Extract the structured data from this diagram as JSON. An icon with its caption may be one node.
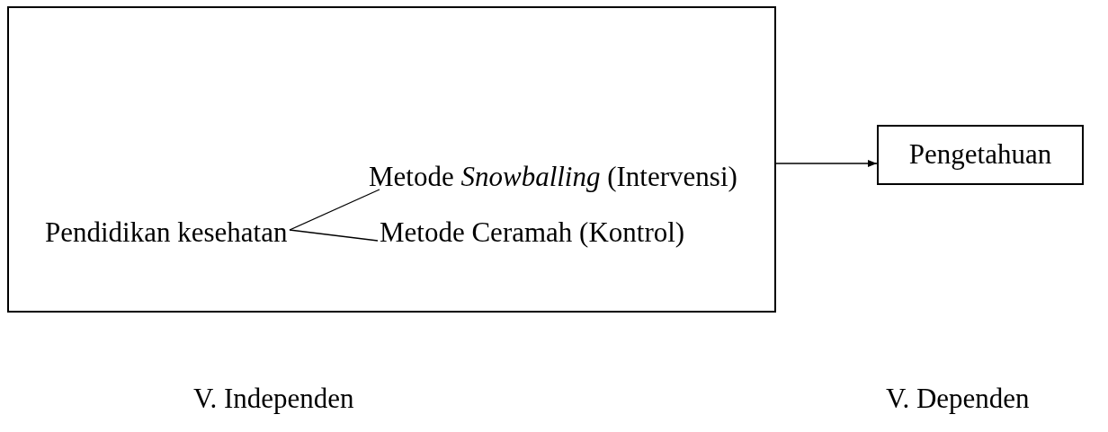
{
  "diagram": {
    "nodes": [
      {
        "text": [],
        "shape": "box"
      },
      {
        "text": [
          "Pendidikan kesehatan"
        ],
        "in": 0
      },
      {
        "text": [
          "Metode *Snowballing* (Intervensi)"
        ],
        "in": 0
      },
      {
        "text": [
          "Metode Ceramah (Kontrol)"
        ],
        "in": 0
      },
      {
        "text": [
          "Pengetahuan"
        ]
      }
    ],
    "edges": [
      {
        "from": 1,
        "to": 2,
        "arrow": "none"
      },
      {
        "from": 1,
        "to": 3,
        "arrow": "none"
      },
      {
        "from": 0,
        "to": 4,
        "arrow": "to"
      }
    ],
    "labels": [
      "V. Independen",
      "V. Dependen"
    ]
  }
}
